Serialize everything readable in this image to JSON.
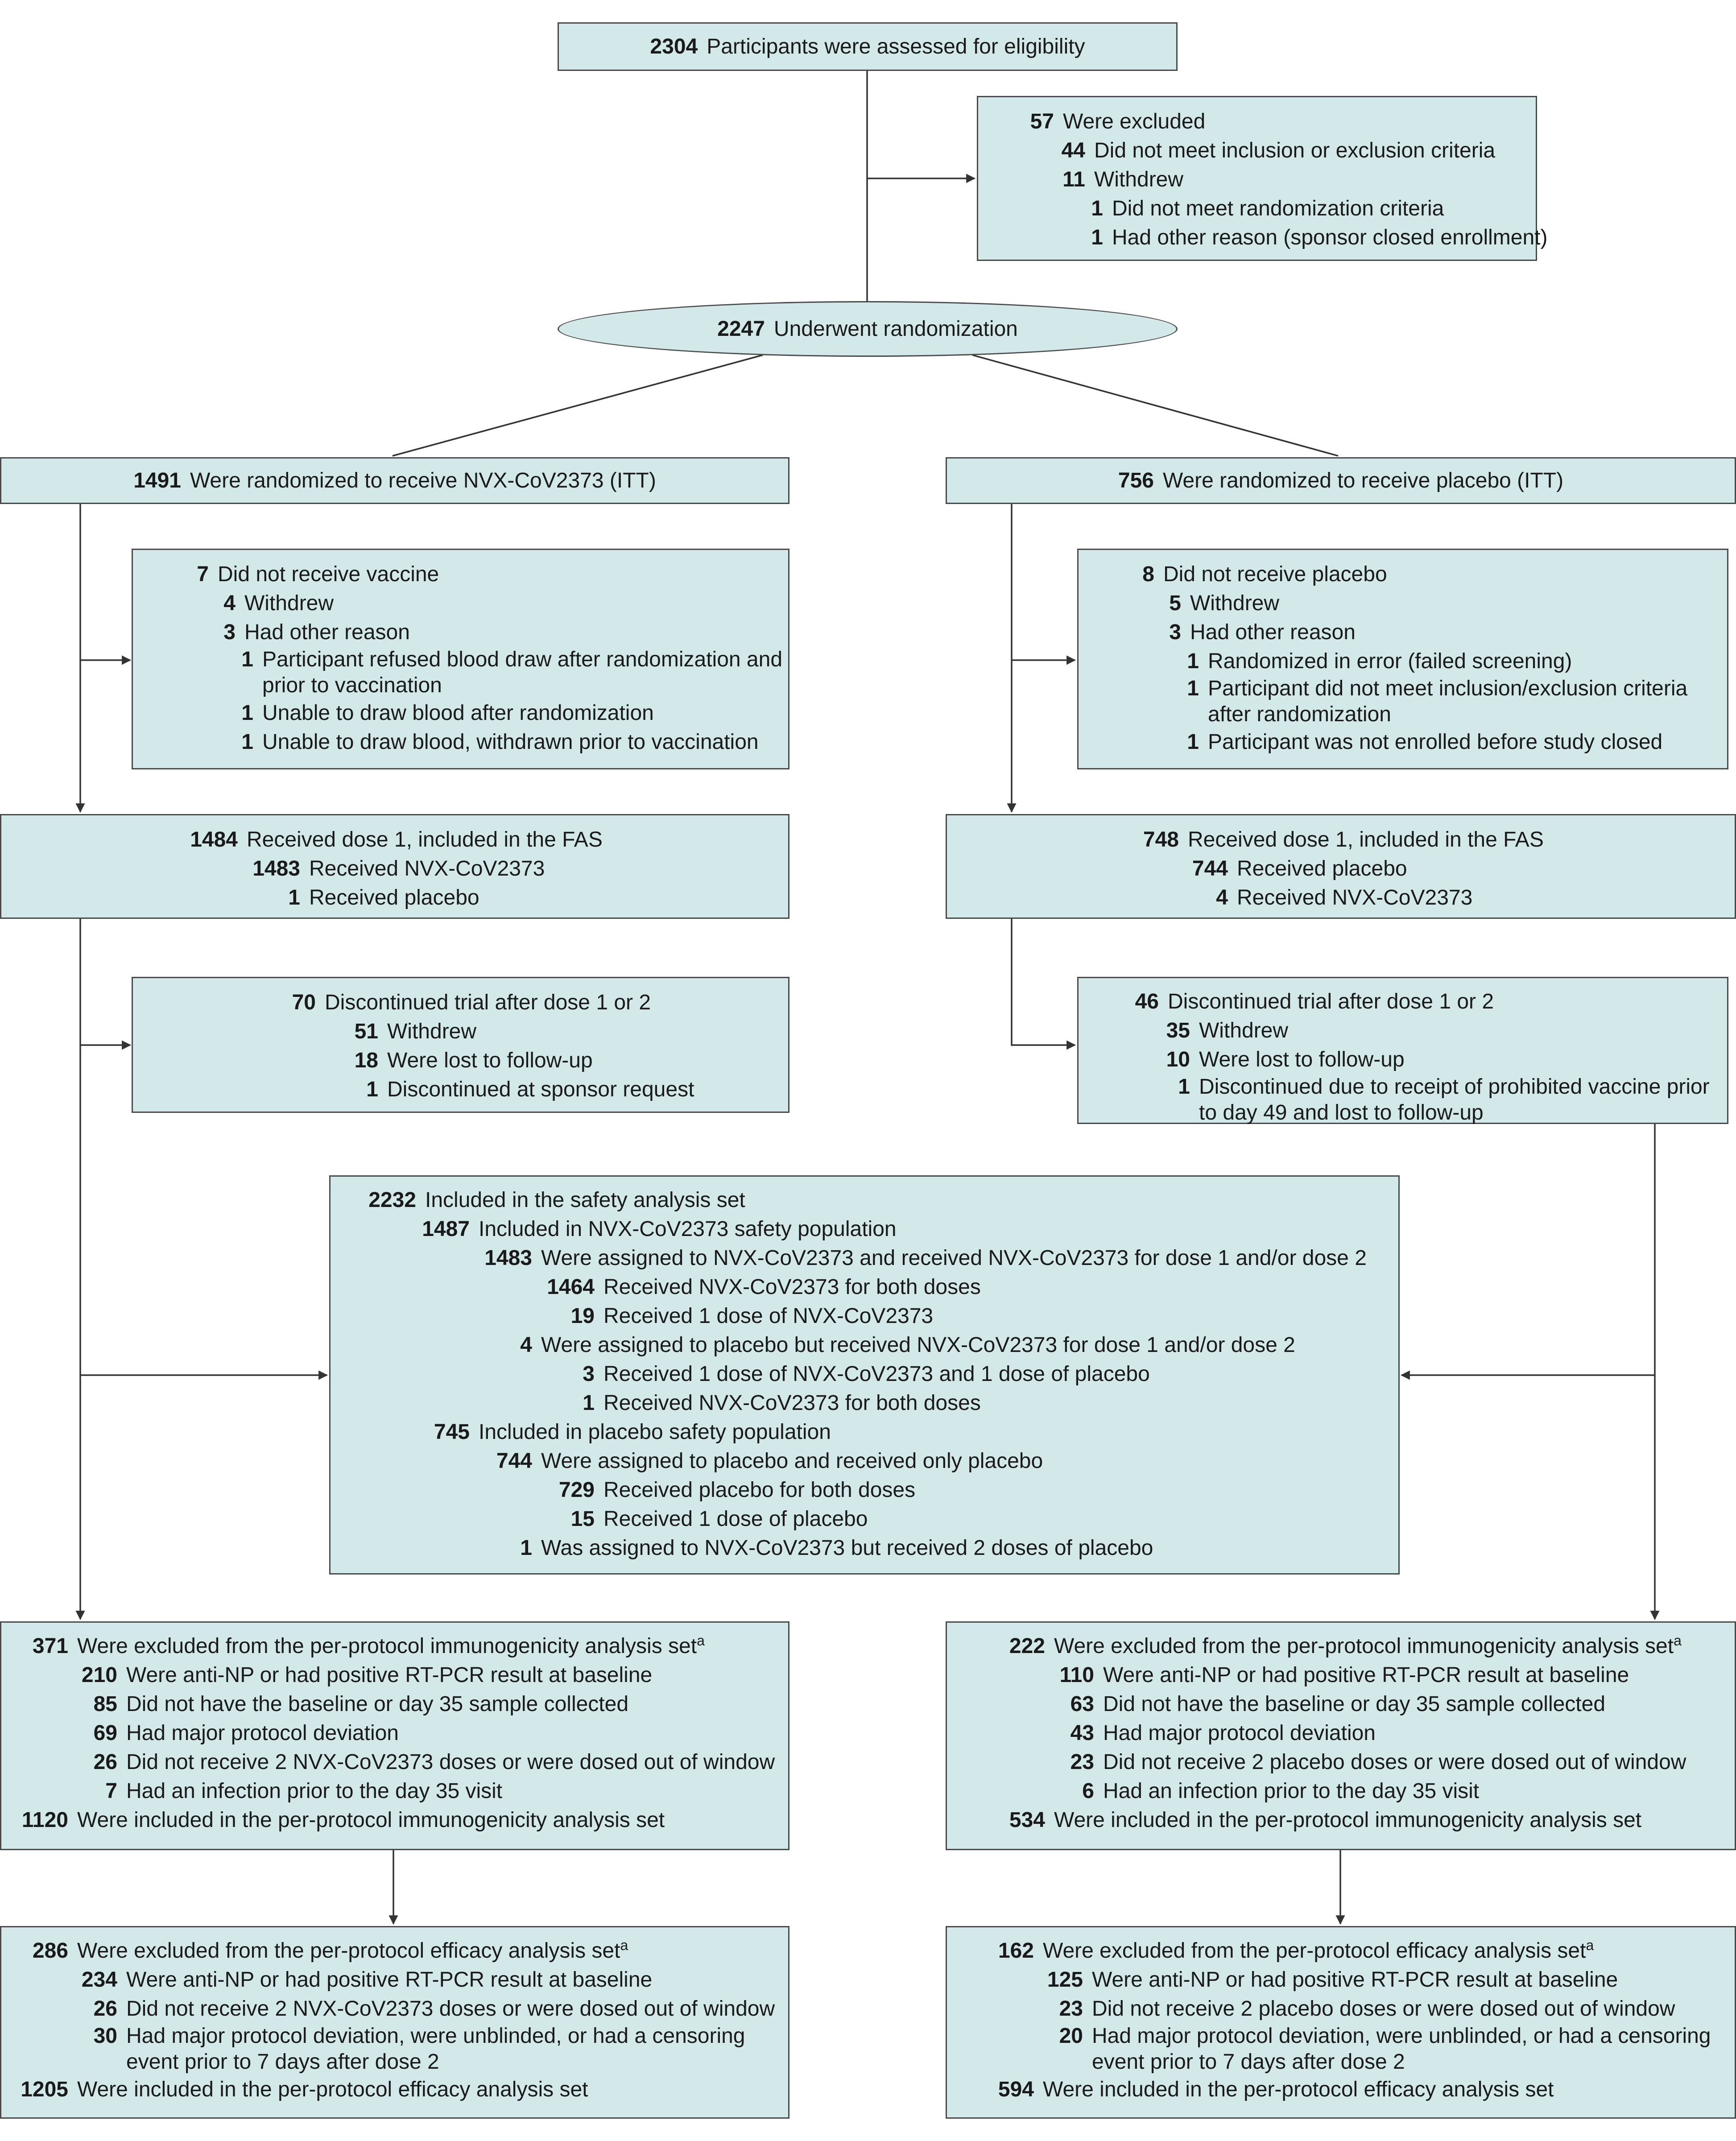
{
  "eligibility": {
    "n": "2304",
    "text": "Participants were assessed for eligibility"
  },
  "excluded": {
    "items": [
      {
        "n": "57",
        "text": "Were excluded",
        "level": 0
      },
      {
        "n": "44",
        "text": "Did not meet inclusion or exclusion criteria",
        "level": 1
      },
      {
        "n": "11",
        "text": "Withdrew",
        "level": 1
      },
      {
        "n": "1",
        "text": "Did not meet randomization criteria",
        "level": 2
      },
      {
        "n": "1",
        "text": "Had other reason (sponsor closed enrollment)",
        "level": 2
      }
    ]
  },
  "randomization": {
    "n": "2247",
    "text": "Underwent randomization"
  },
  "left": {
    "itt": {
      "n": "1491",
      "text": "Were randomized to receive NVX-CoV2373 (ITT)"
    },
    "not_received": [
      {
        "n": "7",
        "text": "Did not receive vaccine",
        "level": 0
      },
      {
        "n": "4",
        "text": "Withdrew",
        "level": 1
      },
      {
        "n": "3",
        "text": "Had other reason",
        "level": 1
      },
      {
        "n": "1",
        "text": "Participant refused blood draw after randomization and",
        "text2": "prior to vaccination",
        "level": 2
      },
      {
        "n": "1",
        "text": "Unable to draw blood after randomization",
        "level": 2
      },
      {
        "n": "1",
        "text": "Unable to draw blood, withdrawn prior to vaccination",
        "level": 2
      }
    ],
    "fas": [
      {
        "n": "1484",
        "text": "Received dose 1, included in the FAS",
        "level": 0
      },
      {
        "n": "1483",
        "text": "Received NVX-CoV2373",
        "level": 1
      },
      {
        "n": "1",
        "text": "Received placebo",
        "level": 1
      }
    ],
    "discontinued": [
      {
        "n": "70",
        "text": "Discontinued trial after dose 1 or 2",
        "level": 0
      },
      {
        "n": "51",
        "text": "Withdrew",
        "level": 1
      },
      {
        "n": "18",
        "text": "Were lost to follow-up",
        "level": 1
      },
      {
        "n": "1",
        "text": "Discontinued at sponsor request",
        "level": 1
      }
    ],
    "immuno": [
      {
        "n": "371",
        "text": "Were excluded from the per-protocol immunogenicity analysis set",
        "sup": "a",
        "level": 0
      },
      {
        "n": "210",
        "text": "Were anti-NP or had positive RT-PCR result at baseline",
        "level": 1
      },
      {
        "n": "85",
        "text": "Did not have the baseline or day 35 sample collected",
        "level": 1
      },
      {
        "n": "69",
        "text": "Had major protocol deviation",
        "level": 1
      },
      {
        "n": "26",
        "text": "Did not receive 2 NVX-CoV2373 doses or were dosed out of window",
        "level": 1
      },
      {
        "n": "7",
        "text": "Had an infection prior to the day 35 visit",
        "level": 1
      },
      {
        "n": "1120",
        "text": "Were included in the per-protocol immunogenicity analysis set",
        "level": 0
      }
    ],
    "efficacy": [
      {
        "n": "286",
        "text": "Were excluded from the per-protocol efficacy analysis set",
        "sup": "a",
        "level": 0
      },
      {
        "n": "234",
        "text": "Were anti-NP or had positive RT-PCR result at baseline",
        "level": 1
      },
      {
        "n": "26",
        "text": "Did not receive 2 NVX-CoV2373 doses or were dosed out of window",
        "level": 1
      },
      {
        "n": "30",
        "text": "Had major protocol deviation, were unblinded, or had a censoring",
        "text2": "event prior to 7 days after dose 2",
        "level": 1
      },
      {
        "n": "1205",
        "text": "Were included in the per-protocol efficacy analysis set",
        "level": 0
      }
    ]
  },
  "right": {
    "itt": {
      "n": "756",
      "text": "Were randomized to receive placebo (ITT)"
    },
    "not_received": [
      {
        "n": "8",
        "text": "Did not receive placebo",
        "level": 0
      },
      {
        "n": "5",
        "text": "Withdrew",
        "level": 1
      },
      {
        "n": "3",
        "text": "Had other reason",
        "level": 1
      },
      {
        "n": "1",
        "text": "Randomized in error (failed screening)",
        "level": 2
      },
      {
        "n": "1",
        "text": "Participant did not meet inclusion/exclusion criteria",
        "text2": "after randomization",
        "level": 2
      },
      {
        "n": "1",
        "text": "Participant was not enrolled before study closed",
        "level": 2
      }
    ],
    "fas": [
      {
        "n": "748",
        "text": "Received dose 1, included in the FAS",
        "level": 0
      },
      {
        "n": "744",
        "text": "Received placebo",
        "level": 1
      },
      {
        "n": "4",
        "text": "Received NVX-CoV2373",
        "level": 1
      }
    ],
    "discontinued": [
      {
        "n": "46",
        "text": "Discontinued trial after dose 1 or 2",
        "level": 0
      },
      {
        "n": "35",
        "text": "Withdrew",
        "level": 1
      },
      {
        "n": "10",
        "text": "Were lost to follow-up",
        "level": 1
      },
      {
        "n": "1",
        "text": "Discontinued due to receipt of prohibited vaccine prior",
        "text2": "to day 49 and lost to follow-up",
        "level": 1
      }
    ],
    "immuno": [
      {
        "n": "222",
        "text": "Were excluded from the per-protocol immunogenicity analysis set",
        "sup": "a",
        "level": 0
      },
      {
        "n": "110",
        "text": "Were anti-NP or had positive RT-PCR result at baseline",
        "level": 1
      },
      {
        "n": "63",
        "text": "Did not have the baseline or day 35 sample collected",
        "level": 1
      },
      {
        "n": "43",
        "text": "Had major protocol deviation",
        "level": 1
      },
      {
        "n": "23",
        "text": "Did not receive 2 placebo doses or were dosed out of window",
        "level": 1
      },
      {
        "n": "6",
        "text": "Had an infection prior to the day 35 visit",
        "level": 1
      },
      {
        "n": "534",
        "text": "Were included in the per-protocol immunogenicity analysis set",
        "level": 0
      }
    ],
    "efficacy": [
      {
        "n": "162",
        "text": "Were excluded from the per-protocol efficacy analysis set",
        "sup": "a",
        "level": 0
      },
      {
        "n": "125",
        "text": "Were anti-NP or had positive RT-PCR result at baseline",
        "level": 1
      },
      {
        "n": "23",
        "text": "Did not receive 2 placebo doses or were dosed out of window",
        "level": 1
      },
      {
        "n": "20",
        "text": "Had major protocol deviation, were unblinded, or had a censoring",
        "text2": "event prior to 7 days after dose 2",
        "level": 1
      },
      {
        "n": "594",
        "text": "Were included in the per-protocol efficacy analysis set",
        "level": 0
      }
    ]
  },
  "safety": [
    {
      "n": "2232",
      "text": "Included in the safety analysis set",
      "level": 0
    },
    {
      "n": "1487",
      "text": "Included in NVX-CoV2373 safety population",
      "level": 1
    },
    {
      "n": "1483",
      "text": "Were assigned to NVX-CoV2373 and received NVX-CoV2373 for dose 1 and/or dose 2",
      "level": 2
    },
    {
      "n": "1464",
      "text": "Received NVX-CoV2373 for both doses",
      "level": 3
    },
    {
      "n": "19",
      "text": "Received 1 dose of NVX-CoV2373",
      "level": 3
    },
    {
      "n": "4",
      "text": "Were assigned to placebo but received NVX-CoV2373 for dose 1 and/or dose 2",
      "level": 2
    },
    {
      "n": "3",
      "text": "Received 1 dose of NVX-CoV2373 and 1 dose of placebo",
      "level": 3
    },
    {
      "n": "1",
      "text": "Received NVX-CoV2373 for both doses",
      "level": 3
    },
    {
      "n": "745",
      "text": "Included in placebo safety population",
      "level": 1
    },
    {
      "n": "744",
      "text": "Were assigned to placebo and received only placebo",
      "level": 2
    },
    {
      "n": "729",
      "text": "Received placebo for both doses",
      "level": 3
    },
    {
      "n": "15",
      "text": "Received 1 dose of placebo",
      "level": 3
    },
    {
      "n": "1",
      "text": "Was assigned to NVX-CoV2373 but received 2 doses of placebo",
      "level": 2
    }
  ]
}
